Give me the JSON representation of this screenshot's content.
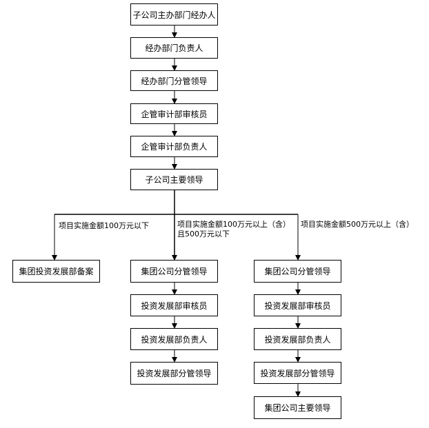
{
  "top_chain": [
    "子公司主办部门经办人",
    "经办部门负责人",
    "经办部门分管领导",
    "企管审计部审核员",
    "企管审计部负责人",
    "子公司主要领导"
  ],
  "branches": {
    "left": {
      "condition": "项目实施金额100万元以下",
      "steps": [
        "集团投资发展部备案"
      ]
    },
    "middle": {
      "condition_line1": "项目实施金额100万元以上（含）",
      "condition_line2": "且500万元以下",
      "steps": [
        "集团公司分管领导",
        "投资发展部审核员",
        "投资发展部负责人",
        "投资发展部分管领导"
      ]
    },
    "right": {
      "condition": "项目实施金额500万元以上（含）",
      "steps": [
        "集团公司分管领导",
        "投资发展部审核员",
        "投资发展部负责人",
        "投资发展部分管领导",
        "集团公司主要领导"
      ]
    }
  }
}
